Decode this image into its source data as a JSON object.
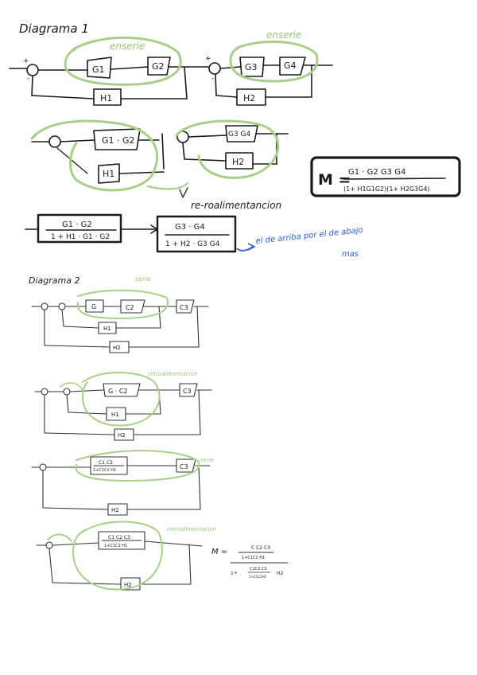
{
  "d1": {
    "title": "Diagrama 1",
    "note_serie_1": "enserie",
    "note_serie_2": "enserie",
    "note_retro": "re-roalimentancion",
    "note_blue_1": "el de arriba por el de abajo",
    "note_blue_2": "mas",
    "blocks": {
      "g1": "G1",
      "g2": "G2",
      "g3": "G3",
      "g4": "G4",
      "h1": "H1",
      "h2": "H2"
    },
    "step2": {
      "g1g2": "G1 · G2",
      "h1": "H1",
      "g3g4": "G3 G4",
      "h2": "H2"
    },
    "step3": {
      "num1": "G1 · G2",
      "den1": "1 + H1 · G1 · G2",
      "num2": "G3 · G4",
      "den2": "1 + H2 · G3 G4"
    },
    "result": {
      "lhs": "M =",
      "num": "G1 · G2  G3 G4",
      "den": "(1+ H1G1G2)(1+ H2G3G4)"
    },
    "signs": {
      "plus": "+",
      "minus": "-"
    }
  },
  "d2": {
    "title": "Diagrama 2",
    "note_serie": "serie",
    "note_retro": "retroalimentacion",
    "note_serie_2": "serie",
    "note_retro_2": "retroalimentacion",
    "row1": {
      "g": "G",
      "c2": "C2",
      "c3": "C3",
      "h1": "H1",
      "h2": "H2"
    },
    "row2": {
      "gc": "G · C2",
      "h1": "H1",
      "c3": "C3",
      "h2": "H2"
    },
    "row3": {
      "num": "C1 C2",
      "den": "1+C1C2 H1",
      "c3": "C3",
      "h2": "H2"
    },
    "row4": {
      "num": "C1 C2 C3",
      "den": "1+C1C2 H1",
      "h2": "H2"
    },
    "result": {
      "lhs": "M =",
      "num_a": "C C2 C3",
      "num_b": "1+C1C2 H1",
      "den_a": "1+",
      "den_num": "C1C2 C3",
      "den_den": "1+C1C2H1",
      "den_b": "H2"
    }
  }
}
